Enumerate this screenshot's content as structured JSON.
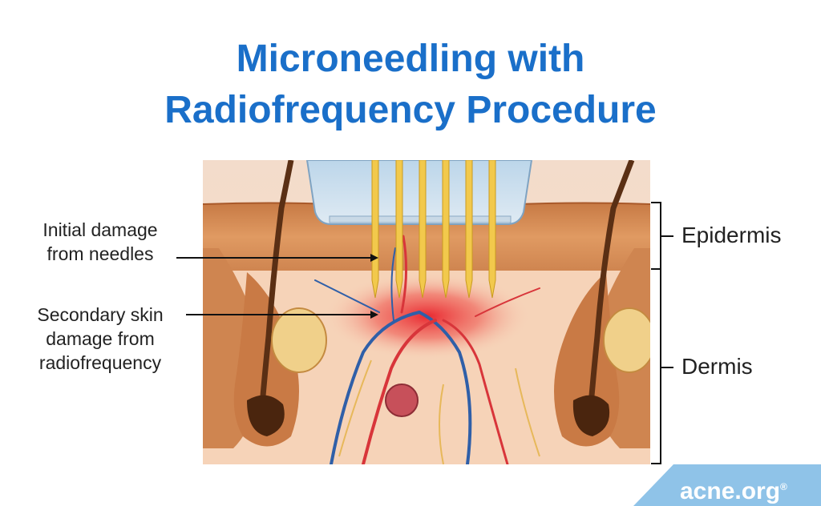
{
  "title": {
    "line1": "Microneedling with",
    "line2": "Radiofrequency Procedure"
  },
  "labels": {
    "initial_damage_line1": "Initial damage",
    "initial_damage_line2": "from needles",
    "secondary_damage_line1": "Secondary skin",
    "secondary_damage_line2": "damage from",
    "secondary_damage_line3": "radiofrequency",
    "epidermis": "Epidermis",
    "dermis": "Dermis"
  },
  "brand": {
    "text": "acne.org",
    "registered_mark": "®",
    "color": "#8fc3e8"
  },
  "colors": {
    "title": "#1a6fc9",
    "epidermis": "#d98a55",
    "dermis": "#f6d6bd",
    "heat": "#e8202a",
    "needle": "#f2c94c",
    "vein": "#2f5fa8",
    "artery": "#d8353a"
  }
}
